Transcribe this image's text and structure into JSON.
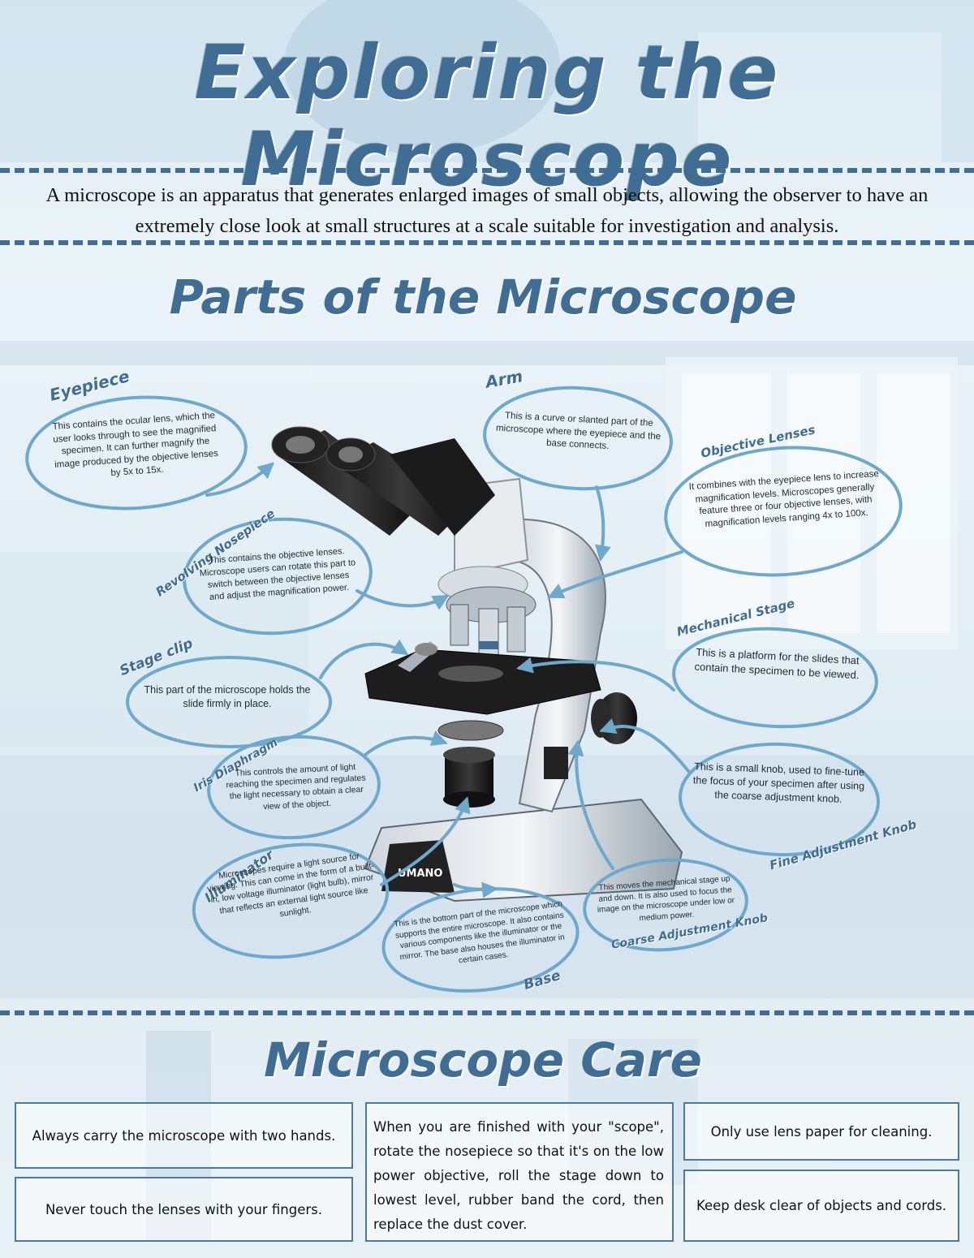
{
  "header": {
    "title": "Exploring the Microscope",
    "intro": "A microscope is an apparatus that generates enlarged images of small objects, allowing the observer to have an extremely close look at small structures at a scale suitable for investigation and analysis."
  },
  "parts": {
    "heading": "Parts of the Microscope",
    "items": [
      {
        "label": "Eyepiece",
        "desc": "This contains the ocular lens, which the user looks through to see the magnified specimen. It can further magnify the image produced by the objective lenses by 5x to 15x."
      },
      {
        "label": "Arm",
        "desc": "This is a curve or slanted part of the microscope where the eyepiece and the base connects."
      },
      {
        "label": "Objective Lenses",
        "desc": "It combines with the eyepiece lens to increase magnification levels. Microscopes generally feature three or four objective lenses, with magnification levels ranging 4x to 100x."
      },
      {
        "label": "Revolving Nosepiece",
        "desc": "This contains the objective lenses. Microscope users can rotate this part to switch between the objective lenses and adjust the magnification power."
      },
      {
        "label": "Mechanical Stage",
        "desc": "This is a platform for the slides that contain the specimen to be viewed."
      },
      {
        "label": "Stage clip",
        "desc": "This part of the microscope holds the slide firmly in place."
      },
      {
        "label": "Iris Diaphragm",
        "desc": "This controls the amount of light reaching the specimen and regulates the light necessary to obtain a clear view of the object."
      },
      {
        "label": "Fine Adjustment Knob",
        "desc": "This is a small knob, used to fine-tune the focus of your specimen after using the coarse adjustment knob."
      },
      {
        "label": "Illuminator",
        "desc": "Microscopes require a light source for viewing. This can come in the form of a built-in, low voltage illuminator (light bulb), mirror that reflects an external light source like sunlight."
      },
      {
        "label": "Coarse Adjustment Knob",
        "desc": "This moves the mechanical stage up and down. It is also used to focus the image on the microscope under low or medium power."
      },
      {
        "label": "Base",
        "desc": "This is the bottom part of the microscope which supports the entire microscope. It also contains various components like the illuminator or the mirror. The base also houses the illuminator in certain cases."
      }
    ],
    "brand": "UMANO"
  },
  "care": {
    "heading": "Microscope Care",
    "tips": [
      "Always carry the microscope with two hands.",
      "Never touch the lenses with your fingers.",
      "When you are finished with your \"scope\", rotate the nosepiece so that it's on the low power objective, roll the stage down to lowest level, rubber band the cord, then replace the dust cover.",
      "Only use lens paper for cleaning.",
      "Keep desk clear of objects and cords."
    ]
  },
  "colors": {
    "accent": "#3f6d93",
    "bubble": "#6ea9cc"
  }
}
